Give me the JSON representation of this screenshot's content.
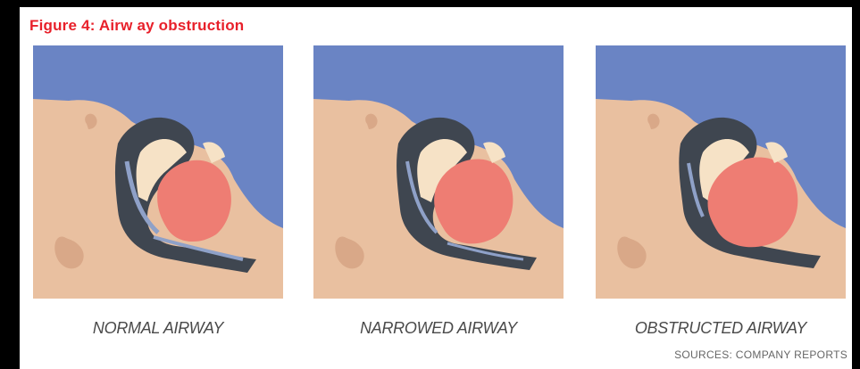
{
  "figure": {
    "title": "Figure 4: Airw ay obstruction",
    "title_color": "#e8202a"
  },
  "panels": [
    {
      "caption": "NORMAL AIRWAY",
      "state": "normal"
    },
    {
      "caption": "NARROWED AIRWAY",
      "state": "narrowed"
    },
    {
      "caption": "OBSTRUCTED AIRWAY",
      "state": "obstructed"
    }
  ],
  "footer": {
    "sources": "SOURCES: COMPANY REPORTS"
  },
  "colors": {
    "sky": "#6a84c4",
    "skin": "#e9c0a0",
    "airway": "#3f4650",
    "tongue": "#ee7d73",
    "palate": "#f6e2c6",
    "frame": "#000000"
  }
}
